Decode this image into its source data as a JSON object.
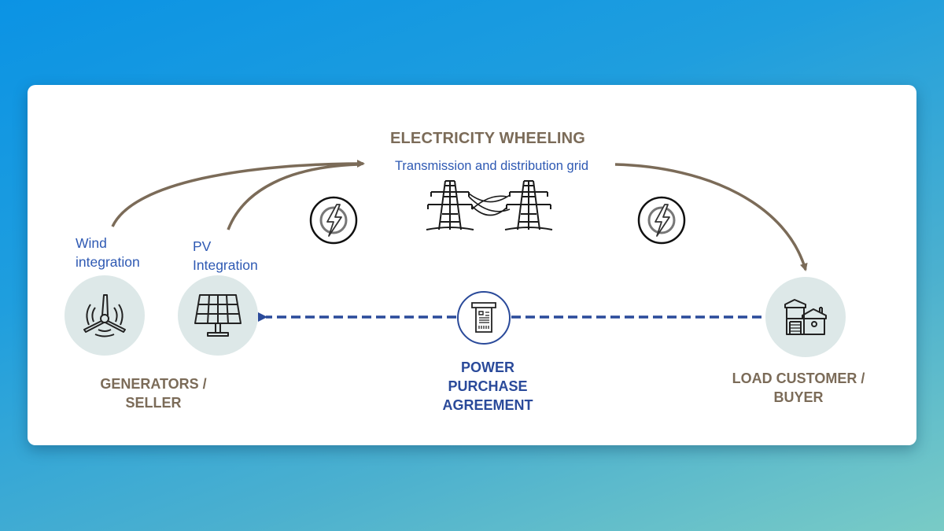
{
  "diagram": {
    "title": "ELECTRICITY WHEELING",
    "grid_label": "Transmission and distribution grid",
    "generators": {
      "wind_label_line1": "Wind",
      "wind_label_line2": "integration",
      "pv_label_line1": "PV",
      "pv_label_line2": "Integration",
      "caption_line1": "GENERATORS /",
      "caption_line2": "SELLER"
    },
    "agreement": {
      "caption_line1": "POWER",
      "caption_line2": "PURCHASE",
      "caption_line3": "AGREEMENT"
    },
    "customer": {
      "caption_line1": "LOAD CUSTOMER /",
      "caption_line2": "BUYER"
    },
    "icons": {
      "wind": "wind-turbine-icon",
      "pv": "solar-panel-icon",
      "grid": "transmission-towers-icon",
      "energy_left": "lightning-bolt-icon",
      "energy_right": "lightning-bolt-icon",
      "contract": "receipt-contract-icon",
      "customer": "house-icon"
    },
    "colors": {
      "brown": "#7b6b58",
      "blue": "#2e59b3",
      "navy": "#2a4a9a",
      "node_fill": "#dde8e8"
    }
  }
}
